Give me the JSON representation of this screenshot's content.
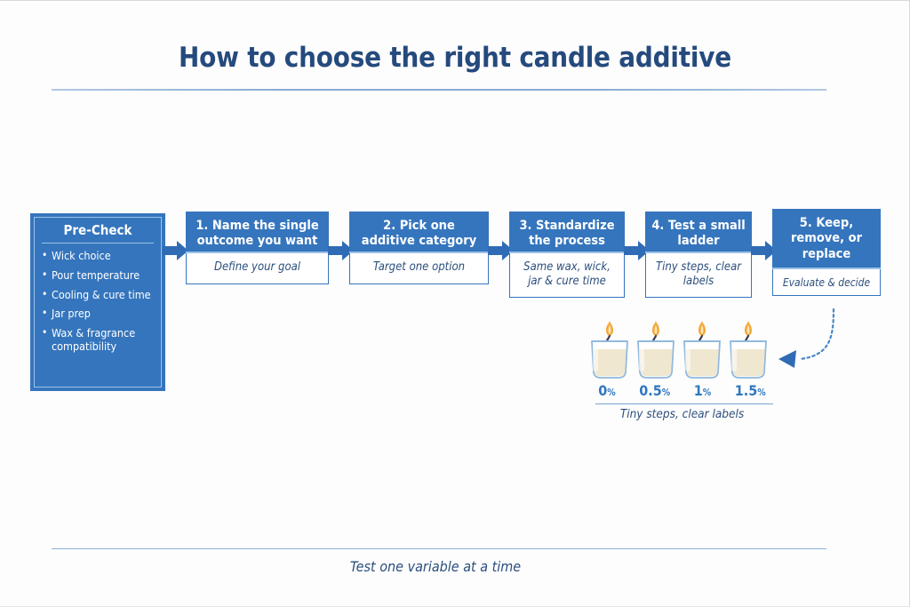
{
  "page": {
    "title": "How to choose the right candle additive",
    "footer_note": "Test one variable at a time",
    "background_color": "#fdfdfd",
    "accent_blue": "#3575bd",
    "title_navy": "#254a7d",
    "rule_blue": "#7ba3cf"
  },
  "precheck": {
    "title": "Pre-Check",
    "items": [
      "Wick choice",
      "Pour temperature",
      "Cooling & cure time",
      "Jar prep",
      "Wax & fragrance compatibility"
    ]
  },
  "steps": [
    {
      "heading": "1. Name the single outcome you want",
      "caption": "Define your goal"
    },
    {
      "heading": "2. Pick one additive category",
      "caption": "Target one option"
    },
    {
      "heading": "3. Standardize the process",
      "caption": "Same wax, wick, jar & cure time"
    },
    {
      "heading": "4. Test a small ladder",
      "caption": "Tiny steps, clear labels"
    },
    {
      "heading": "5. Keep, remove, or replace",
      "caption": "Evaluate & decide"
    }
  ],
  "ladder": {
    "caption": "Tiny steps, clear labels",
    "candles": [
      {
        "value": "0",
        "unit": "%"
      },
      {
        "value": "0.5",
        "unit": "%"
      },
      {
        "value": "1",
        "unit": "%"
      },
      {
        "value": "1.5",
        "unit": "%"
      }
    ],
    "glass_color": "#b8d3ea",
    "wax_color": "#efe7cf",
    "flame_color": "#f2a93b"
  }
}
